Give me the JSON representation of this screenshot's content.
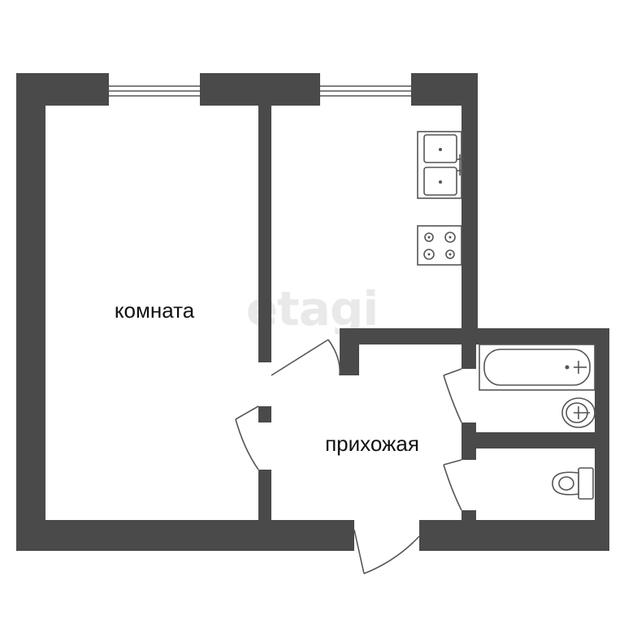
{
  "plan": {
    "watermark": "etagi",
    "rooms": [
      {
        "id": "living",
        "label": "комната"
      },
      {
        "id": "hallway",
        "label": "прихожая"
      }
    ],
    "colors": {
      "wall": "#4a4a4a",
      "background": "#ffffff",
      "line": "#555555",
      "watermark": "#e9e9e9"
    },
    "fixtures": [
      "double-sink-icon",
      "stove-icon",
      "bathtub-icon",
      "washbasin-icon",
      "toilet-icon"
    ]
  }
}
